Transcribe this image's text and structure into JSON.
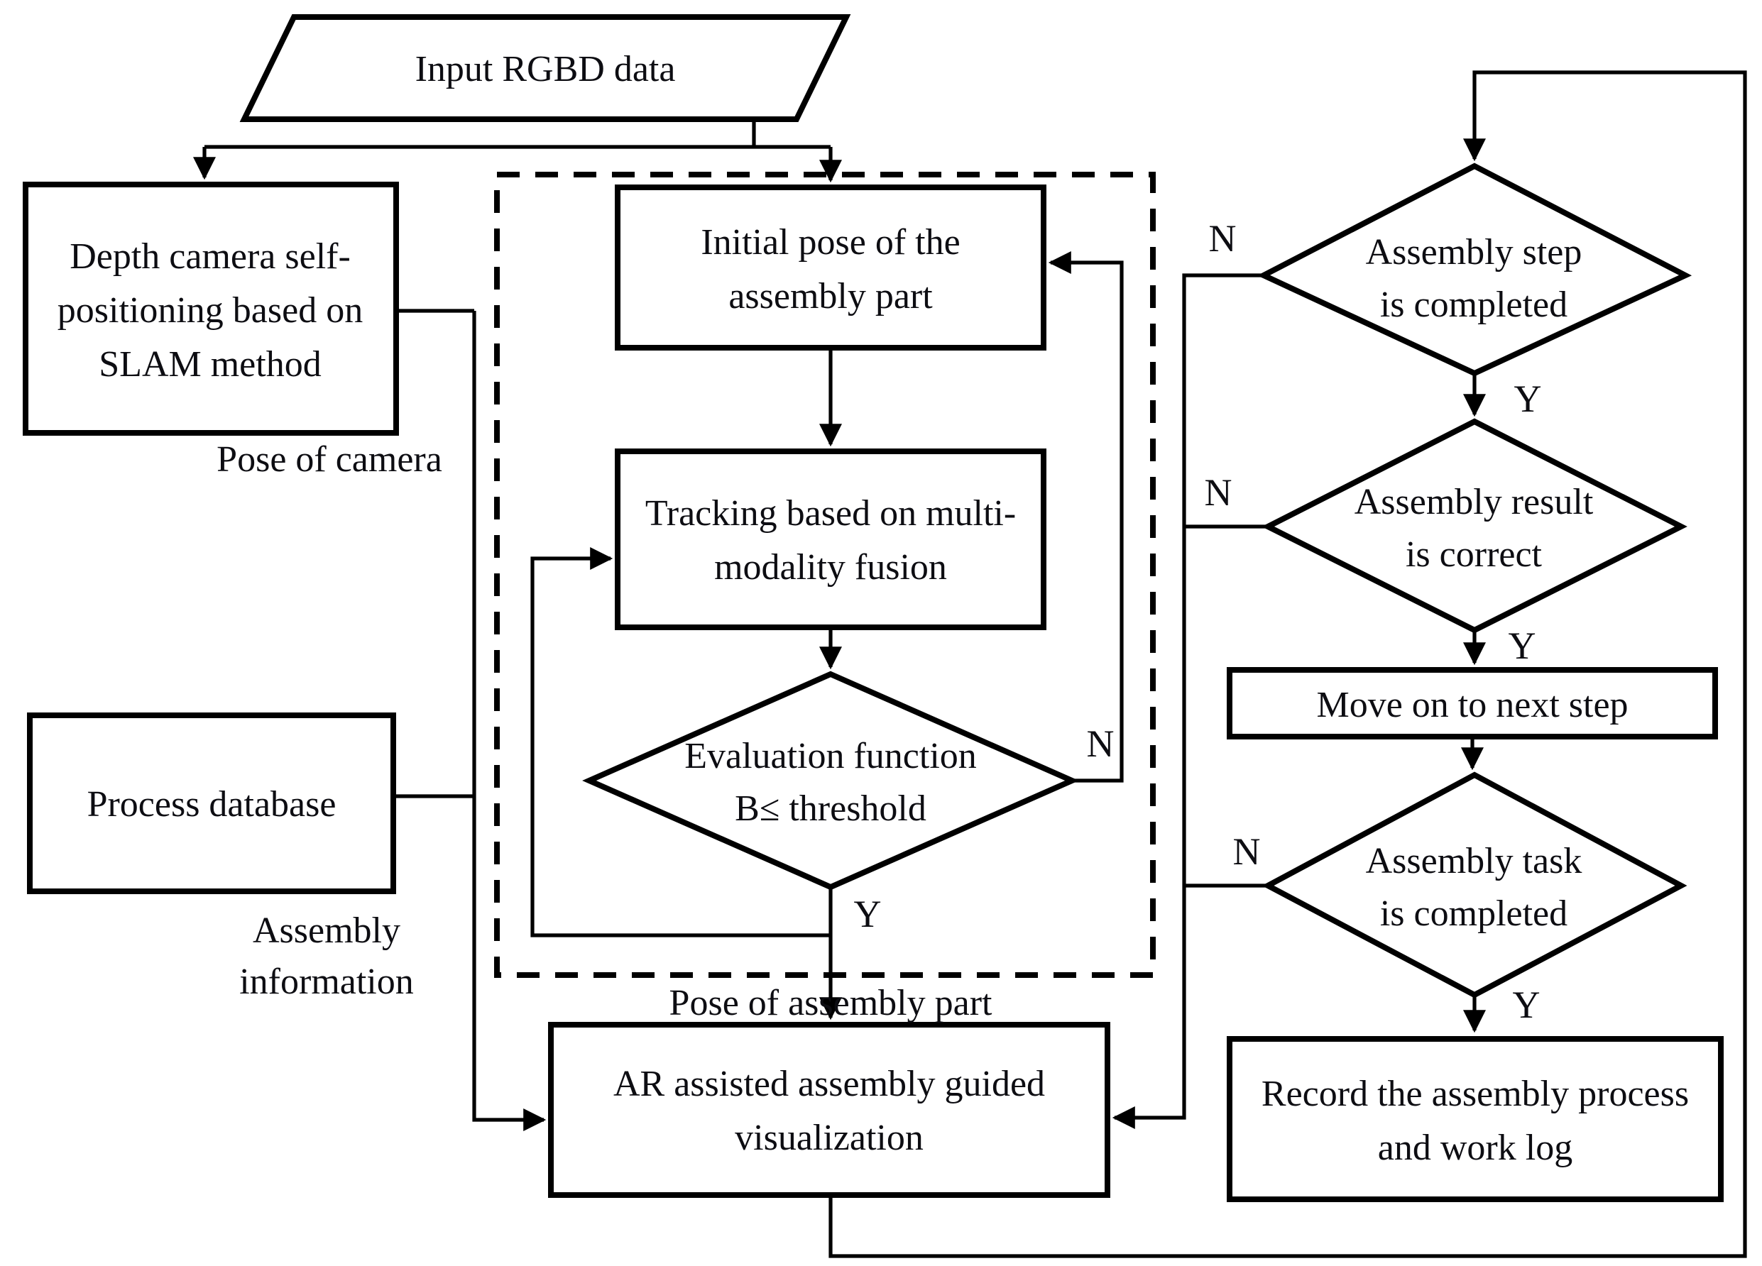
{
  "nodes": {
    "input_rgbd": {
      "label": "Input RGBD data",
      "shape": "parallelogram"
    },
    "depth_camera": {
      "lines": [
        "Depth camera self-",
        "positioning based on",
        "SLAM method"
      ]
    },
    "process_database": {
      "label": "Process database"
    },
    "initial_pose": {
      "lines": [
        "Initial pose of the",
        "assembly part"
      ]
    },
    "tracking": {
      "lines": [
        "Tracking based on multi-",
        "modality fusion"
      ]
    },
    "evaluation": {
      "lines": [
        "Evaluation function",
        "B≤ threshold"
      ]
    },
    "ar_visualization": {
      "lines": [
        "AR assisted assembly guided",
        "visualization"
      ]
    },
    "assembly_step": {
      "lines": [
        "Assembly step",
        "is completed"
      ]
    },
    "assembly_result": {
      "lines": [
        "Assembly result",
        "is correct"
      ]
    },
    "move_next": {
      "label": "Move on to next step"
    },
    "assembly_task": {
      "lines": [
        "Assembly task",
        "is completed"
      ]
    },
    "record_log": {
      "lines": [
        "Record the assembly process",
        "and work log"
      ]
    }
  },
  "annotations": {
    "pose_of_camera": "Pose of camera",
    "assembly_information": {
      "lines": [
        "Assembly",
        "information"
      ]
    },
    "pose_of_assembly_part": "Pose of assembly part"
  },
  "edge_labels": {
    "eval_no": "N",
    "eval_yes": "Y",
    "step_no": "N",
    "step_yes": "Y",
    "result_no": "N",
    "result_yes": "Y",
    "task_no": "N",
    "task_yes": "Y"
  },
  "colors": {
    "stroke": "#000000",
    "background": "#ffffff",
    "text": "#0d0d12"
  }
}
